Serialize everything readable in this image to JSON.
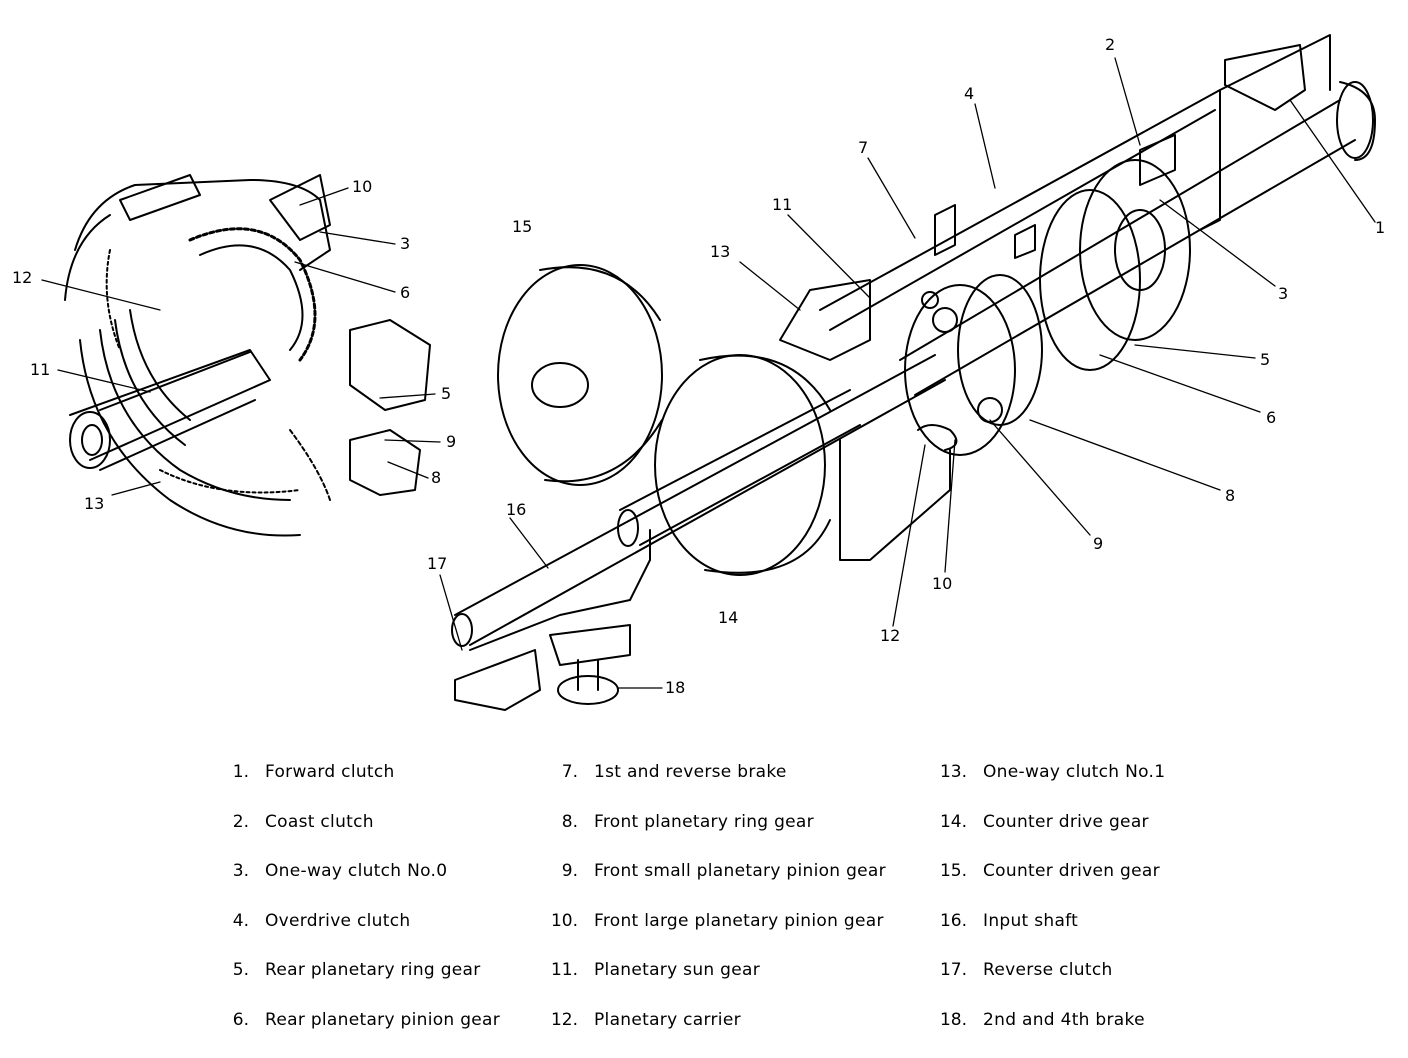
{
  "diagram": {
    "callouts_left": [
      "10",
      "3",
      "12",
      "6",
      "11",
      "5",
      "9",
      "8",
      "13"
    ],
    "callouts_right": [
      "2",
      "4",
      "7",
      "1",
      "11",
      "13",
      "15",
      "3",
      "5",
      "6",
      "8",
      "9",
      "10",
      "12",
      "14",
      "16",
      "17",
      "18"
    ]
  },
  "legend": {
    "columns": [
      [
        {
          "num": "1.",
          "label": "Forward clutch"
        },
        {
          "num": "2.",
          "label": "Coast clutch"
        },
        {
          "num": "3.",
          "label": "One-way clutch No.0"
        },
        {
          "num": "4.",
          "label": "Overdrive clutch"
        },
        {
          "num": "5.",
          "label": "Rear planetary ring gear"
        },
        {
          "num": "6.",
          "label": "Rear planetary pinion gear"
        }
      ],
      [
        {
          "num": "7.",
          "label": "1st and reverse brake"
        },
        {
          "num": "8.",
          "label": "Front planetary ring gear"
        },
        {
          "num": "9.",
          "label": "Front small planetary pinion gear"
        },
        {
          "num": "10.",
          "label": "Front large planetary pinion gear"
        },
        {
          "num": "11.",
          "label": "Planetary sun gear"
        },
        {
          "num": "12.",
          "label": "Planetary carrier"
        }
      ],
      [
        {
          "num": "13.",
          "label": "One-way clutch No.1"
        },
        {
          "num": "14.",
          "label": "Counter drive gear"
        },
        {
          "num": "15.",
          "label": "Counter driven gear"
        },
        {
          "num": "16.",
          "label": "Input shaft"
        },
        {
          "num": "17.",
          "label": "Reverse clutch"
        },
        {
          "num": "18.",
          "label": "2nd and 4th brake"
        }
      ]
    ]
  }
}
